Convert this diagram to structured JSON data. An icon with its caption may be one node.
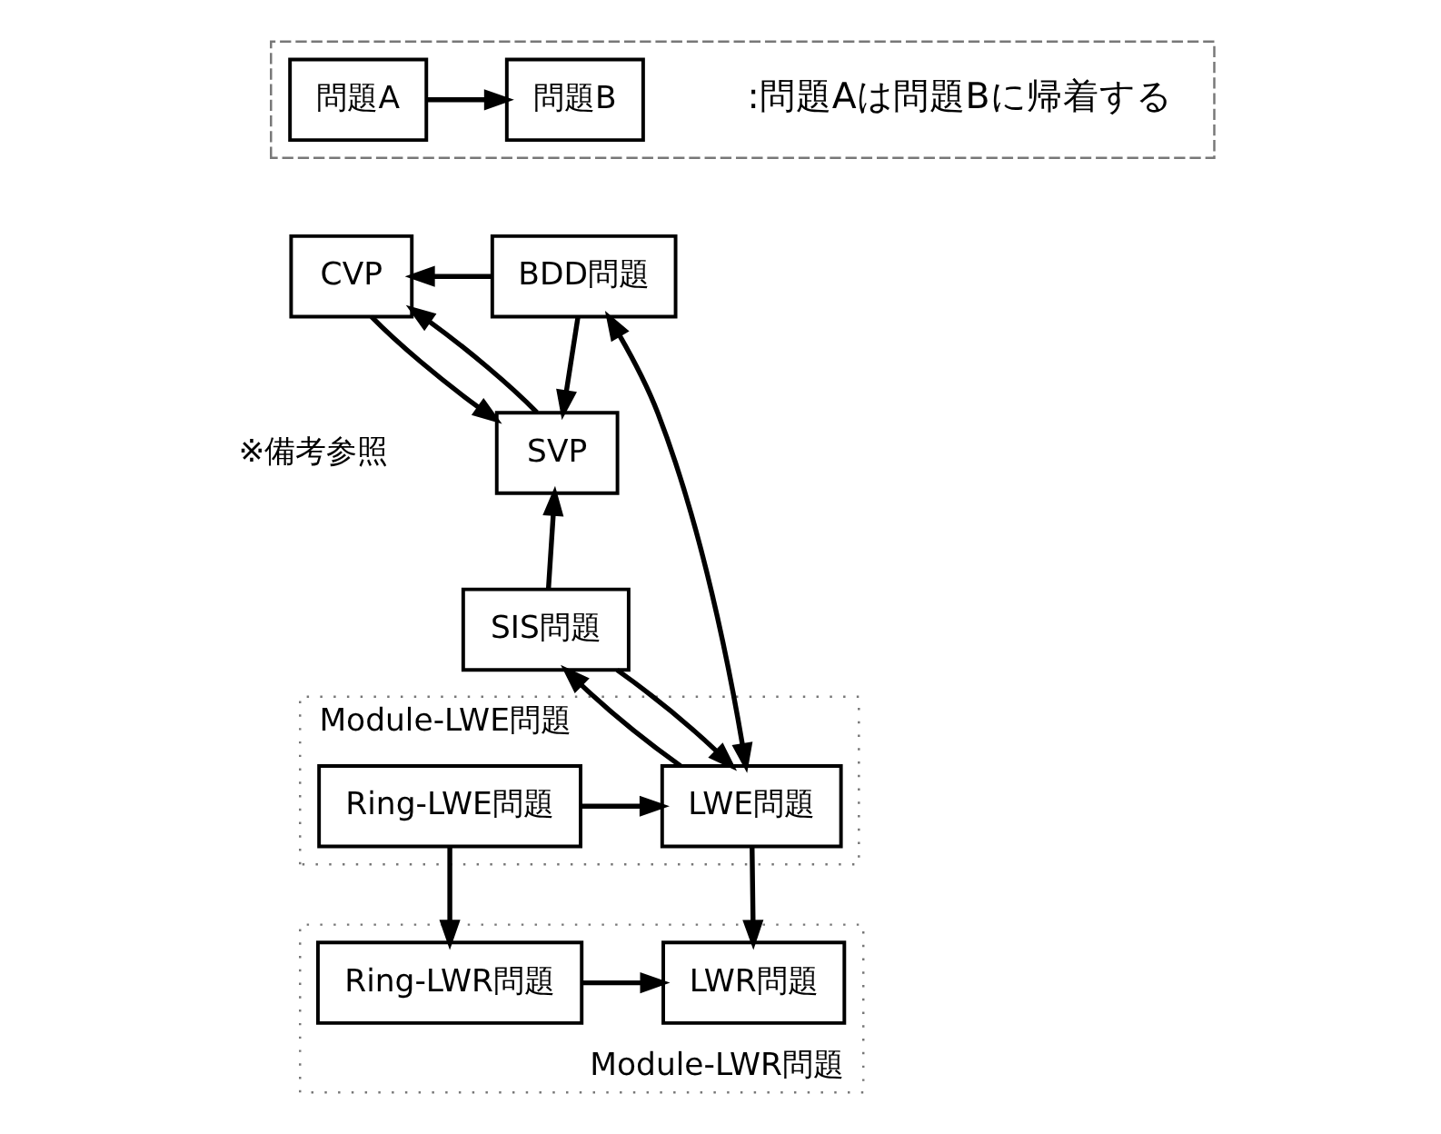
{
  "diagram": {
    "nodes": [
      {
        "text": [],
        "shape": "box"
      },
      {
        "text": [
          "問題A"
        ],
        "in": 0
      },
      {
        "text": [
          "問題B"
        ],
        "in": 0
      },
      {
        "text": [
          "CVP"
        ]
      },
      {
        "text": [
          "BDD問題"
        ]
      },
      {
        "text": [
          "SVP"
        ]
      },
      {
        "text": [
          "SIS問題"
        ]
      },
      {
        "text": [
          "Module-LWE問題"
        ]
      },
      {
        "text": [
          "LWE問題"
        ],
        "in": 7
      },
      {
        "text": [
          "Ring-LWE問題"
        ],
        "in": 7
      },
      {
        "text": [
          "Module-LWR問題"
        ]
      },
      {
        "text": [
          "LWR問題"
        ],
        "in": 10
      },
      {
        "text": [
          "Ring-LWR問題"
        ],
        "in": 10
      }
    ],
    "edges": [
      {
        "from": 1,
        "to": 2,
        "arrow": "to"
      },
      {
        "from": 4,
        "to": 3,
        "arrow": "to"
      },
      {
        "from": 5,
        "to": 3,
        "arrow": "to"
      },
      {
        "from": 3,
        "to": 5,
        "arrow": "to"
      },
      {
        "from": 4,
        "to": 5,
        "arrow": "to"
      },
      {
        "from": 6,
        "to": 5,
        "arrow": "to"
      },
      {
        "from": 8,
        "to": 4,
        "arrow": "both"
      },
      {
        "from": 8,
        "to": 6,
        "arrow": "to"
      },
      {
        "from": 6,
        "to": 8,
        "arrow": "to"
      },
      {
        "from": 9,
        "to": 8,
        "arrow": "to"
      },
      {
        "from": 8,
        "to": 11,
        "arrow": "to"
      },
      {
        "from": 9,
        "to": 12,
        "arrow": "to"
      },
      {
        "from": 12,
        "to": 11,
        "arrow": "to"
      }
    ],
    "labels": [
      ":問題Aは問題Bに帰着する",
      "※備考参照"
    ]
  }
}
